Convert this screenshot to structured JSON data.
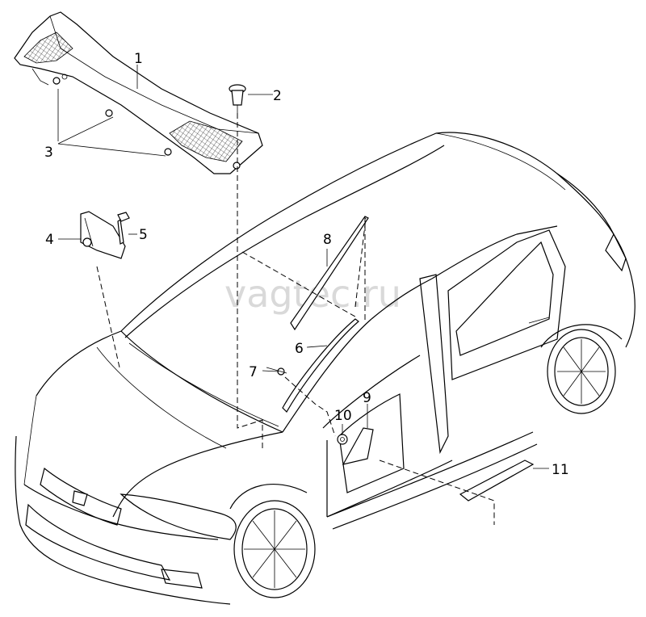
{
  "watermark": "vagtec.ru",
  "callouts": [
    "1",
    "2",
    "3",
    "4",
    "5",
    "6",
    "7",
    "8",
    "9",
    "10",
    "11"
  ],
  "parts": [
    {
      "number": "1",
      "name": "plenum-panel-cover"
    },
    {
      "number": "2",
      "name": "expanding-rivet"
    },
    {
      "number": "3",
      "name": "clip"
    },
    {
      "number": "4",
      "name": "mounting-bracket"
    },
    {
      "number": "5",
      "name": "bolt"
    },
    {
      "number": "6",
      "name": "windscreen-trim"
    },
    {
      "number": "7",
      "name": "clip"
    },
    {
      "number": "8",
      "name": "a-pillar-trim"
    },
    {
      "number": "9",
      "name": "triangle-trim"
    },
    {
      "number": "10",
      "name": "grommet"
    },
    {
      "number": "11",
      "name": "sill-trim"
    }
  ]
}
